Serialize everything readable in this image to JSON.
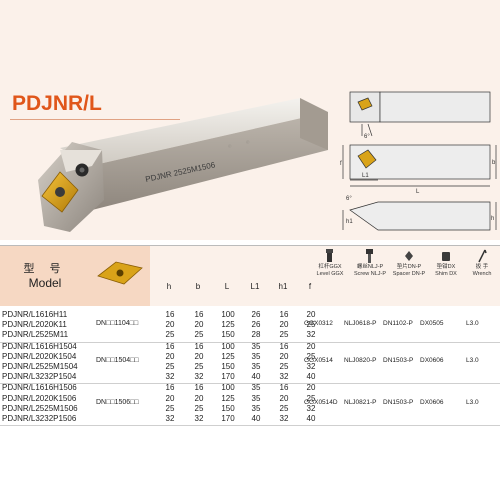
{
  "product": {
    "title": "PDJNR/L",
    "holder_marking": "PDJNR 2525M1506"
  },
  "diagram_labels": {
    "angle1": "6°",
    "f": "f",
    "L1": "L1",
    "L": "L",
    "b": "b",
    "angle2": "6°",
    "h1": "h1",
    "h": "h"
  },
  "table": {
    "model_cn": "型 号",
    "model_en": "Model",
    "columns": [
      "h",
      "b",
      "L",
      "L1",
      "h1",
      "f"
    ],
    "accessories": [
      {
        "cn": "杠杆GGX",
        "en": "Level GGX"
      },
      {
        "cn": "螺丝NLJ-P",
        "en": "Screw NLJ-P"
      },
      {
        "cn": "垫片DN-P",
        "en": "Spacer DN-P"
      },
      {
        "cn": "垫钳DX",
        "en": "Shim DX"
      },
      {
        "cn": "扳 手",
        "en": "Wrench"
      }
    ],
    "groups": [
      {
        "insert": "DN□□1104□□",
        "accessory_codes": [
          "GGX0312",
          "NLJ0618-P",
          "DN1102-P",
          "DX0505",
          "L3.0"
        ],
        "rows": [
          {
            "model": "PDJNR/L1616H11",
            "vals": [
              "16",
              "16",
              "100",
              "26",
              "16",
              "20"
            ]
          },
          {
            "model": "PDJNR/L2020K11",
            "vals": [
              "20",
              "20",
              "125",
              "26",
              "20",
              "25"
            ]
          },
          {
            "model": "PDJNR/L2525M11",
            "vals": [
              "25",
              "25",
              "150",
              "28",
              "25",
              "32"
            ]
          }
        ]
      },
      {
        "insert": "DN□□1504□□",
        "accessory_codes": [
          "GGX0514",
          "NLJ0820-P",
          "DN1503-P",
          "DX0606",
          "L3.0"
        ],
        "rows": [
          {
            "model": "PDJNR/L1616H1504",
            "vals": [
              "16",
              "16",
              "100",
              "35",
              "16",
              "20"
            ]
          },
          {
            "model": "PDJNR/L2020K1504",
            "vals": [
              "20",
              "20",
              "125",
              "35",
              "20",
              "25"
            ]
          },
          {
            "model": "PDJNR/L2525M1504",
            "vals": [
              "25",
              "25",
              "150",
              "35",
              "25",
              "32"
            ]
          },
          {
            "model": "PDJNR/L3232P1504",
            "vals": [
              "32",
              "32",
              "170",
              "40",
              "32",
              "40"
            ]
          }
        ]
      },
      {
        "insert": "DN□□1506□□",
        "accessory_codes": [
          "GGX0514D",
          "NLJ0821-P",
          "DN1503-P",
          "DX0606",
          "L3.0"
        ],
        "rows": [
          {
            "model": "PDJNR/L1616H1506",
            "vals": [
              "16",
              "16",
              "100",
              "35",
              "16",
              "20"
            ]
          },
          {
            "model": "PDJNR/L2020K1506",
            "vals": [
              "20",
              "20",
              "125",
              "35",
              "20",
              "25"
            ]
          },
          {
            "model": "PDJNR/L2525M1506",
            "vals": [
              "25",
              "25",
              "150",
              "35",
              "25",
              "32"
            ]
          },
          {
            "model": "PDJNR/L3232P1506",
            "vals": [
              "32",
              "32",
              "170",
              "40",
              "32",
              "40"
            ]
          }
        ]
      }
    ]
  }
}
